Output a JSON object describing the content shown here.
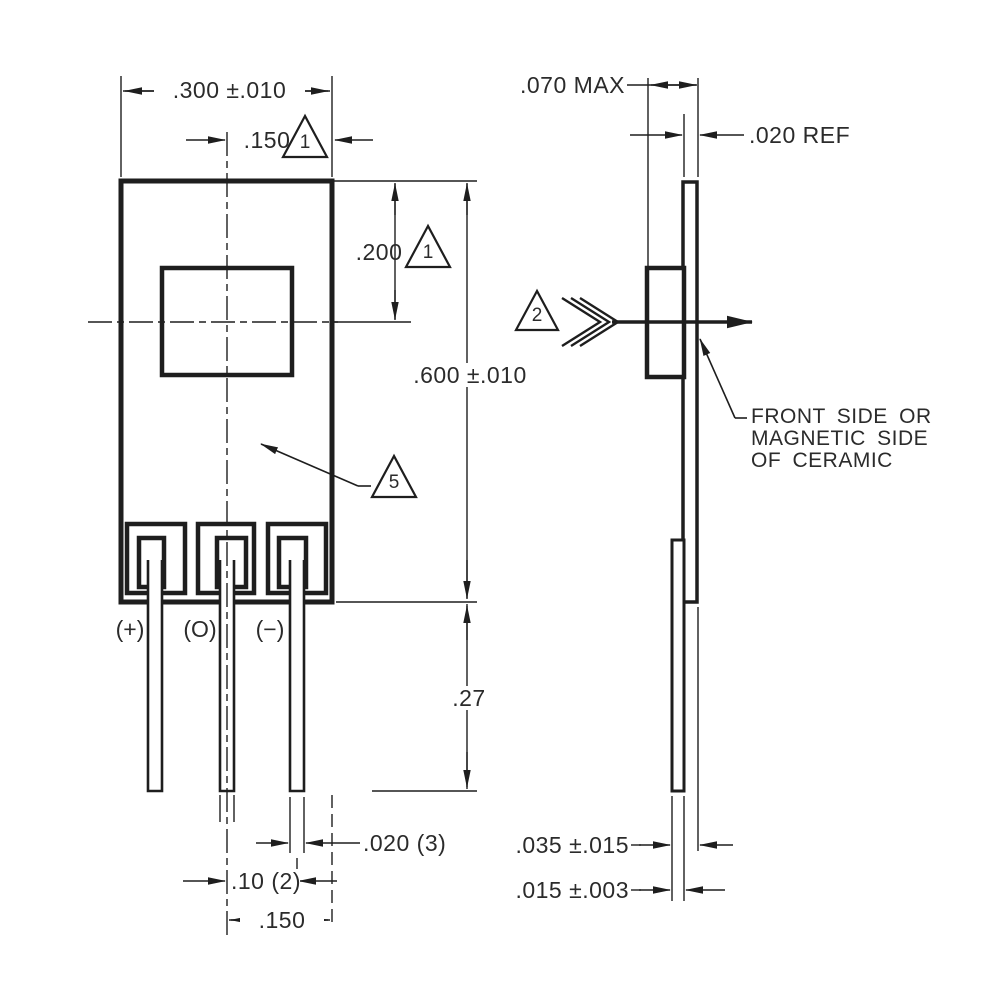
{
  "drawing_type": "component outline mechanical drawing",
  "front_view": {
    "dim_overall_width": ".300 ±.010",
    "dim_center_to_edge_top": ".150",
    "dim_top_to_center": ".200",
    "dim_overall_height": ".600 ±.010",
    "dim_lead_length": ".27",
    "dim_lead_width": ".020 (3)",
    "dim_lead_pitch": ".10 (2)",
    "dim_center_to_edge_bottom": ".150",
    "lead_labels": [
      "(+)",
      "(O)",
      "(−)"
    ]
  },
  "side_view": {
    "dim_overall_thickness": ".070 MAX",
    "dim_ceramic_thickness": ".020 REF",
    "dim_body_thickness": ".035 ±.015",
    "dim_lead_thickness": ".015 ±.003",
    "note": [
      "FRONT SIDE OR",
      "MAGNETIC SIDE",
      "OF CERAMIC"
    ]
  },
  "flags": {
    "flag_1_top": "1",
    "flag_1_side": "1",
    "flag_2": "2",
    "flag_5": "5"
  },
  "colors": {
    "line": "#1e1e1e",
    "text": "#2b2b2b",
    "background": "#ffffff"
  }
}
